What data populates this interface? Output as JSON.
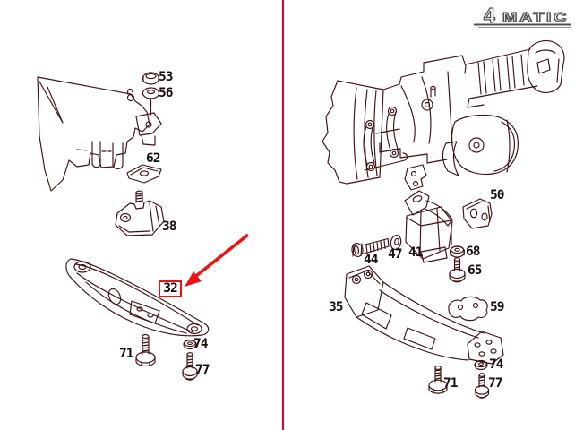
{
  "colors": {
    "background": "#ffffff",
    "line": "#3f1014",
    "divider": "#e8003c",
    "accent": "#ee1111",
    "label": "#1a0d0d",
    "logo": "#4f4f4f"
  },
  "logo": {
    "four": "4",
    "matic": "MATIC"
  },
  "left_panel": {
    "labels": [
      "53",
      "56",
      "62",
      "38",
      "71",
      "74",
      "77"
    ],
    "highlight": "32"
  },
  "right_panel": {
    "labels": [
      "50",
      "44",
      "47",
      "41",
      "68",
      "65",
      "35",
      "59",
      "74",
      "71",
      "77"
    ]
  }
}
